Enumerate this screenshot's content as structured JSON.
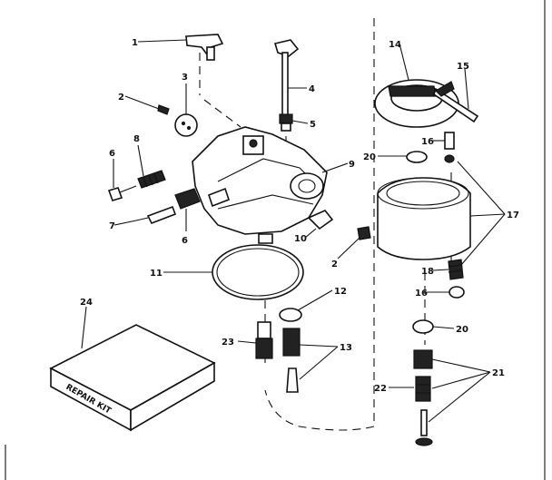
{
  "labels": {
    "l1": "1",
    "l2a": "2",
    "l2b": "2",
    "l3": "3",
    "l4": "4",
    "l5": "5",
    "l6a": "6",
    "l6b": "6",
    "l7": "7",
    "l8": "8",
    "l9": "9",
    "l10": "10",
    "l11": "11",
    "l12": "12",
    "l13": "13",
    "l14": "14",
    "l15": "15",
    "l16a": "16",
    "l16b": "16",
    "l17": "17",
    "l18": "18",
    "l20a": "20",
    "l20b": "20",
    "l21": "21",
    "l22": "22",
    "l23": "23",
    "l24": "24"
  },
  "kit_text": "REPAIR KIT"
}
